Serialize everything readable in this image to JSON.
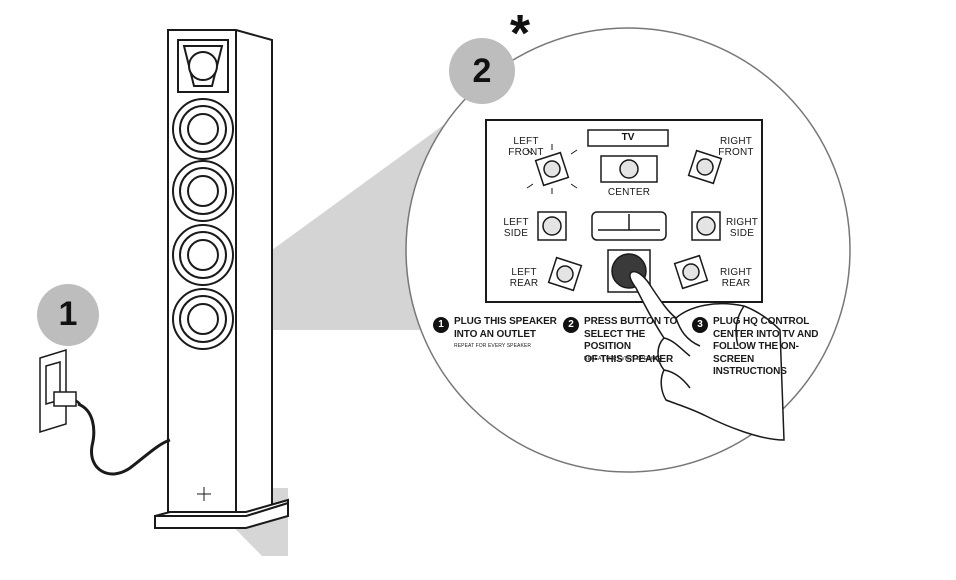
{
  "step_badges": {
    "one": "1",
    "two": "2",
    "asterisk": "*"
  },
  "layout_panel": {
    "tv": "TV",
    "left_front": "LEFT\nFRONT",
    "right_front": "RIGHT\nFRONT",
    "center": "CENTER",
    "left_side": "LEFT\nSIDE",
    "right_side": "RIGHT\nSIDE",
    "left_rear": "LEFT\nREAR",
    "right_rear": "RIGHT\nREAR"
  },
  "steps": [
    {
      "number": "1",
      "title": "PLUG THIS SPEAKER\nINTO AN OUTLET",
      "note": "REPEAT FOR EVERY SPEAKER"
    },
    {
      "number": "2",
      "title": "PRESS BUTTON TO\nSELECT THE POSITION\nOF THIS SPEAKER",
      "note": "REPEAT FOR EVERY SPEAKER"
    },
    {
      "number": "3",
      "title": "PLUG HQ CONTROL\nCENTER INTO TV AND\nFOLLOW THE ON-SCREEN\nINSTRUCTIONS",
      "note": ""
    }
  ],
  "colors": {
    "badge_fill": "#bdbdbd",
    "zoom_beam": "#cfcfcf",
    "line": "#1a1a1a",
    "button": "#3a3a3a"
  }
}
